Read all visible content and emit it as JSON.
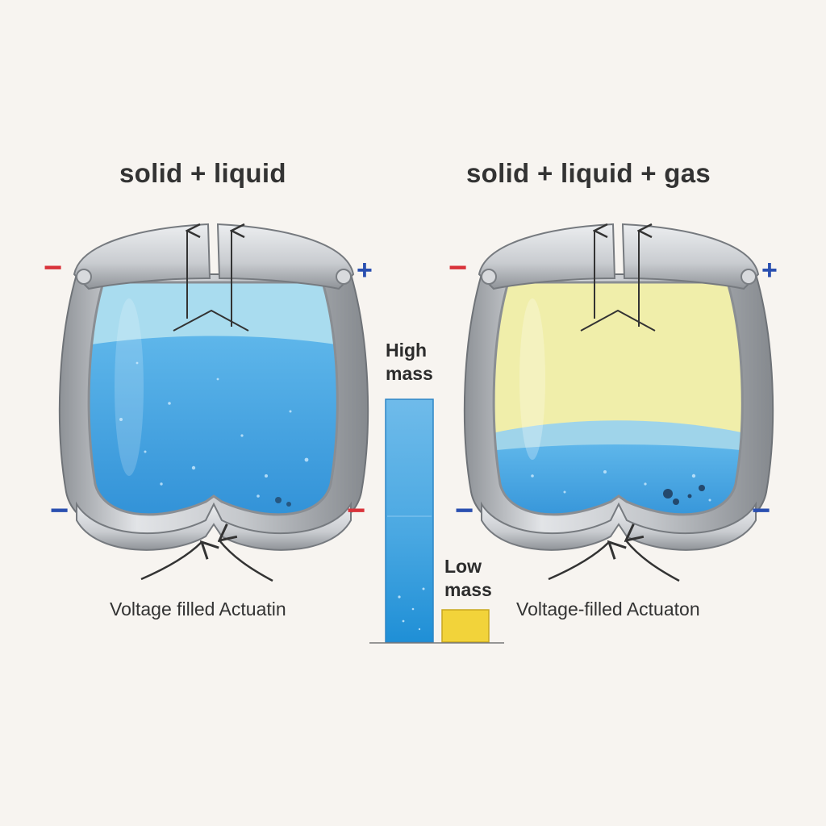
{
  "left_panel": {
    "title": "solid + liquid",
    "caption": "Voltage filled Actuatin",
    "signs": {
      "top_left": "−",
      "top_right": "+",
      "bottom_left": "−",
      "bottom_right": "−"
    },
    "fill_upper_color": "#a9dcef",
    "fill_lower_color": "#4aa8e2"
  },
  "right_panel": {
    "title": "solid + liquid + gas",
    "caption": "Voltage-filled Actuaton",
    "signs": {
      "top_left": "−",
      "top_right": "+",
      "bottom_left": "−",
      "bottom_right": "−"
    },
    "fill_upper_color": "#f0eeaa",
    "fill_lower_color": "#4aa8e2"
  },
  "mass_chart": {
    "high_label": "High\nmass",
    "low_label": "Low\nmass",
    "high_color": "#4aa8e2",
    "low_color": "#f2d33a"
  },
  "colors": {
    "negative_red": "#d9333a",
    "positive_blue": "#2a4fb0",
    "shell_gray": "#b9bcc0",
    "arrow": "#333333"
  }
}
